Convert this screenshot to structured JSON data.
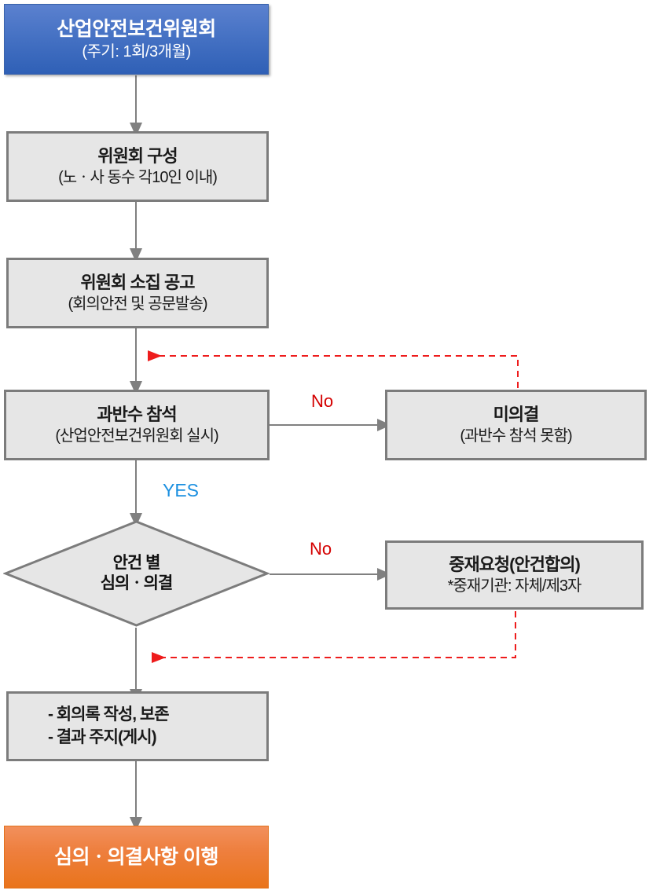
{
  "diagram": {
    "title_node": {
      "line1": "산업안전보건위원회",
      "line2": "(주기: 1회/3개월)",
      "color": "#3a63ab"
    },
    "nodes": [
      {
        "id": "committee-composition",
        "line1": "위원회 구성",
        "line2": "(노ㆍ사 동수 각10인 이내)"
      },
      {
        "id": "convocation-notice",
        "line1": "위원회 소집 공고",
        "line2": "(회의안전 및 공문발송)"
      },
      {
        "id": "majority-attendance",
        "line1": "과반수 참석",
        "line2": "(산업안전보건위원회 실시)"
      },
      {
        "id": "not-resolved",
        "line1": "미의결",
        "line2": "(과반수 참석 못함)"
      },
      {
        "id": "agenda-deliberation",
        "line1": "안건 별",
        "line2": "심의ㆍ의결"
      },
      {
        "id": "arbitration-request",
        "line1": "중재요청(안건합의)",
        "line2": "*중재기관: 자체/제3자"
      },
      {
        "id": "minutes-record",
        "line1": "- 회의록 작성, 보존",
        "line2": "- 결과 주지(게시)"
      }
    ],
    "terminal_node": {
      "id": "implementation",
      "line1": "심의ㆍ의결사항 이행",
      "color": "#e9741b"
    },
    "edge_labels": {
      "no_1": "No",
      "no_2": "No",
      "yes_1": "YES"
    },
    "colors": {
      "header_blue": "#3a63ab",
      "terminal_orange": "#e9741b",
      "box_fill": "#e6e6e6",
      "box_border": "#7c7c7c",
      "connector_gray": "#808080",
      "feedback_red": "#ee1c1c",
      "no_label": "#d40000",
      "yes_label": "#1a8fe0"
    }
  }
}
